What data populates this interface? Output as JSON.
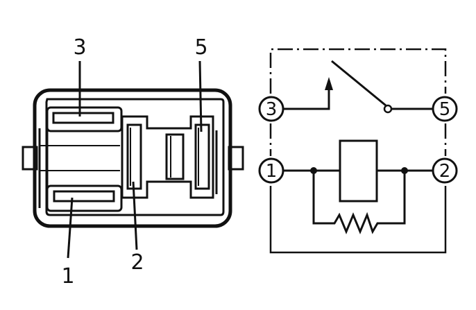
{
  "connector_view": {
    "labels": {
      "pin1": "1",
      "pin2": "2",
      "pin3": "3",
      "pin5": "5"
    }
  },
  "schematic": {
    "terminals": {
      "t3": "3",
      "t5": "5",
      "t1": "1",
      "t2": "2"
    }
  },
  "colors": {
    "ink": "#111111",
    "background": "#ffffff"
  }
}
